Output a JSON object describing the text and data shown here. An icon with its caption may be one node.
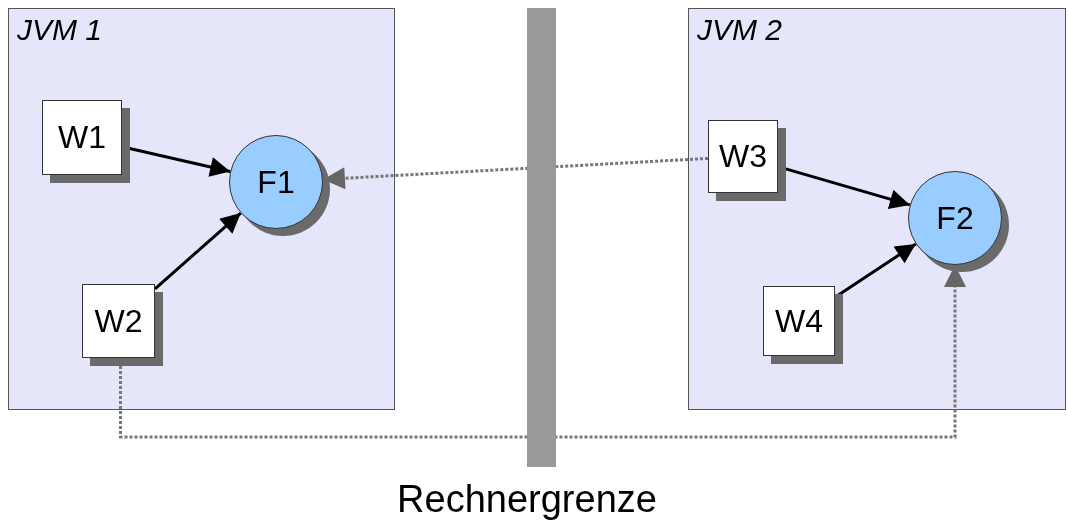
{
  "diagram": {
    "nodes": [
      {
        "text": [
          "JVM 1"
        ]
      },
      {
        "text": [
          "W1"
        ],
        "in": 0
      },
      {
        "text": [
          "F1"
        ],
        "in": 0
      },
      {
        "text": [
          "W2"
        ],
        "in": 0
      },
      {
        "text": [
          "JVM 2"
        ]
      },
      {
        "text": [
          "W3"
        ],
        "in": 4
      },
      {
        "text": [
          "F2"
        ],
        "in": 4
      },
      {
        "text": [
          "W4"
        ],
        "in": 4
      }
    ],
    "edges": [
      {
        "from": 1,
        "to": 2,
        "arrow": "to"
      },
      {
        "from": 3,
        "to": 2,
        "arrow": "to"
      },
      {
        "from": 5,
        "to": 2,
        "arrow": "to",
        "style": "dashed",
        "color": "#777777"
      },
      {
        "from": 5,
        "to": 6,
        "arrow": "to"
      },
      {
        "from": 7,
        "to": 6,
        "arrow": "to"
      },
      {
        "from": 3,
        "to": 6,
        "arrow": "to",
        "style": "dashed",
        "color": "#777777"
      }
    ],
    "labels": [
      "Rechnergrenze"
    ]
  }
}
